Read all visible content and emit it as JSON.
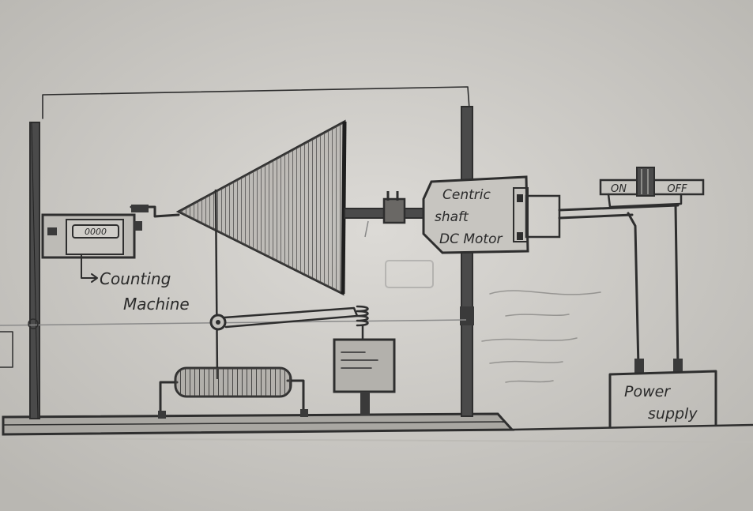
{
  "labels": {
    "counting_machine_line1": "Counting",
    "counting_machine_line2": "Machine",
    "motor_line1": "Centric",
    "motor_line2": "shaft",
    "motor_line3": "DC Motor",
    "switch_on": "ON",
    "switch_off": "OFF",
    "power_line1": "Power",
    "power_line2": "supply",
    "counter_digits": "0000"
  },
  "colors": {
    "paper": "#cfcdc8",
    "ink": "#2e2e2e",
    "shade": "#555555"
  }
}
